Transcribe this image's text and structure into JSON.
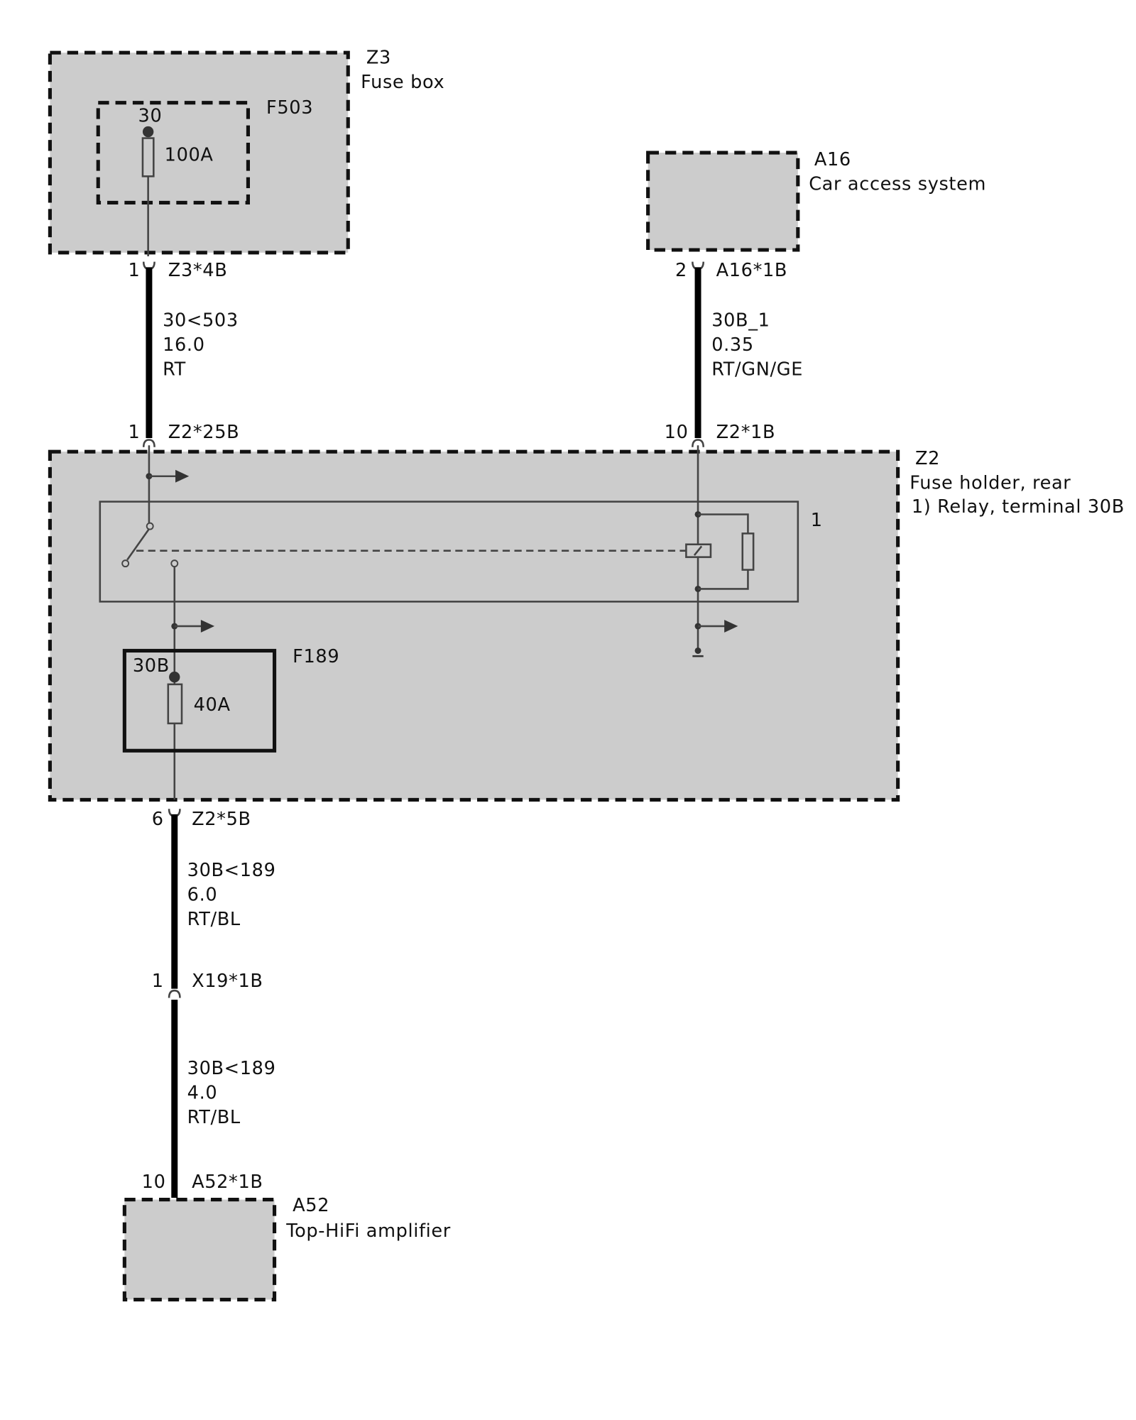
{
  "components": {
    "z3": {
      "id": "Z3",
      "name": "Fuse box"
    },
    "f503": {
      "id": "F503",
      "terminal": "30",
      "rating": "100A"
    },
    "a16": {
      "id": "A16",
      "name": "Car access system"
    },
    "z2": {
      "id": "Z2",
      "name": "Fuse holder, rear",
      "note": "1)   Relay, terminal 30B",
      "relay_ref": "1"
    },
    "f189": {
      "id": "F189",
      "terminal": "30B",
      "rating": "40A"
    },
    "a52": {
      "id": "A52",
      "name": "Top-HiFi amplifier"
    }
  },
  "connectors": {
    "z3_4b": {
      "pin": "1",
      "name": "Z3*4B"
    },
    "z2_25b": {
      "pin": "1",
      "name": "Z2*25B"
    },
    "a16_1b": {
      "pin": "2",
      "name": "A16*1B"
    },
    "z2_1b": {
      "pin": "10",
      "name": "Z2*1B"
    },
    "z2_5b": {
      "pin": "6",
      "name": "Z2*5B"
    },
    "x19_1b": {
      "pin": "1",
      "name": "X19*1B"
    },
    "a52_1b": {
      "pin": "10",
      "name": "A52*1B"
    }
  },
  "wires": {
    "w1": {
      "signal": "30<503",
      "size": "16.0",
      "color": "RT"
    },
    "w2": {
      "signal": "30B_1",
      "size": "0.35",
      "color": "RT/GN/GE"
    },
    "w3": {
      "signal": "30B<189",
      "size": "6.0",
      "color": "RT/BL"
    },
    "w4": {
      "signal": "30B<189",
      "size": "4.0",
      "color": "RT/BL"
    }
  },
  "colors": {
    "component_fill": "#cccccc",
    "line": "#111111"
  }
}
